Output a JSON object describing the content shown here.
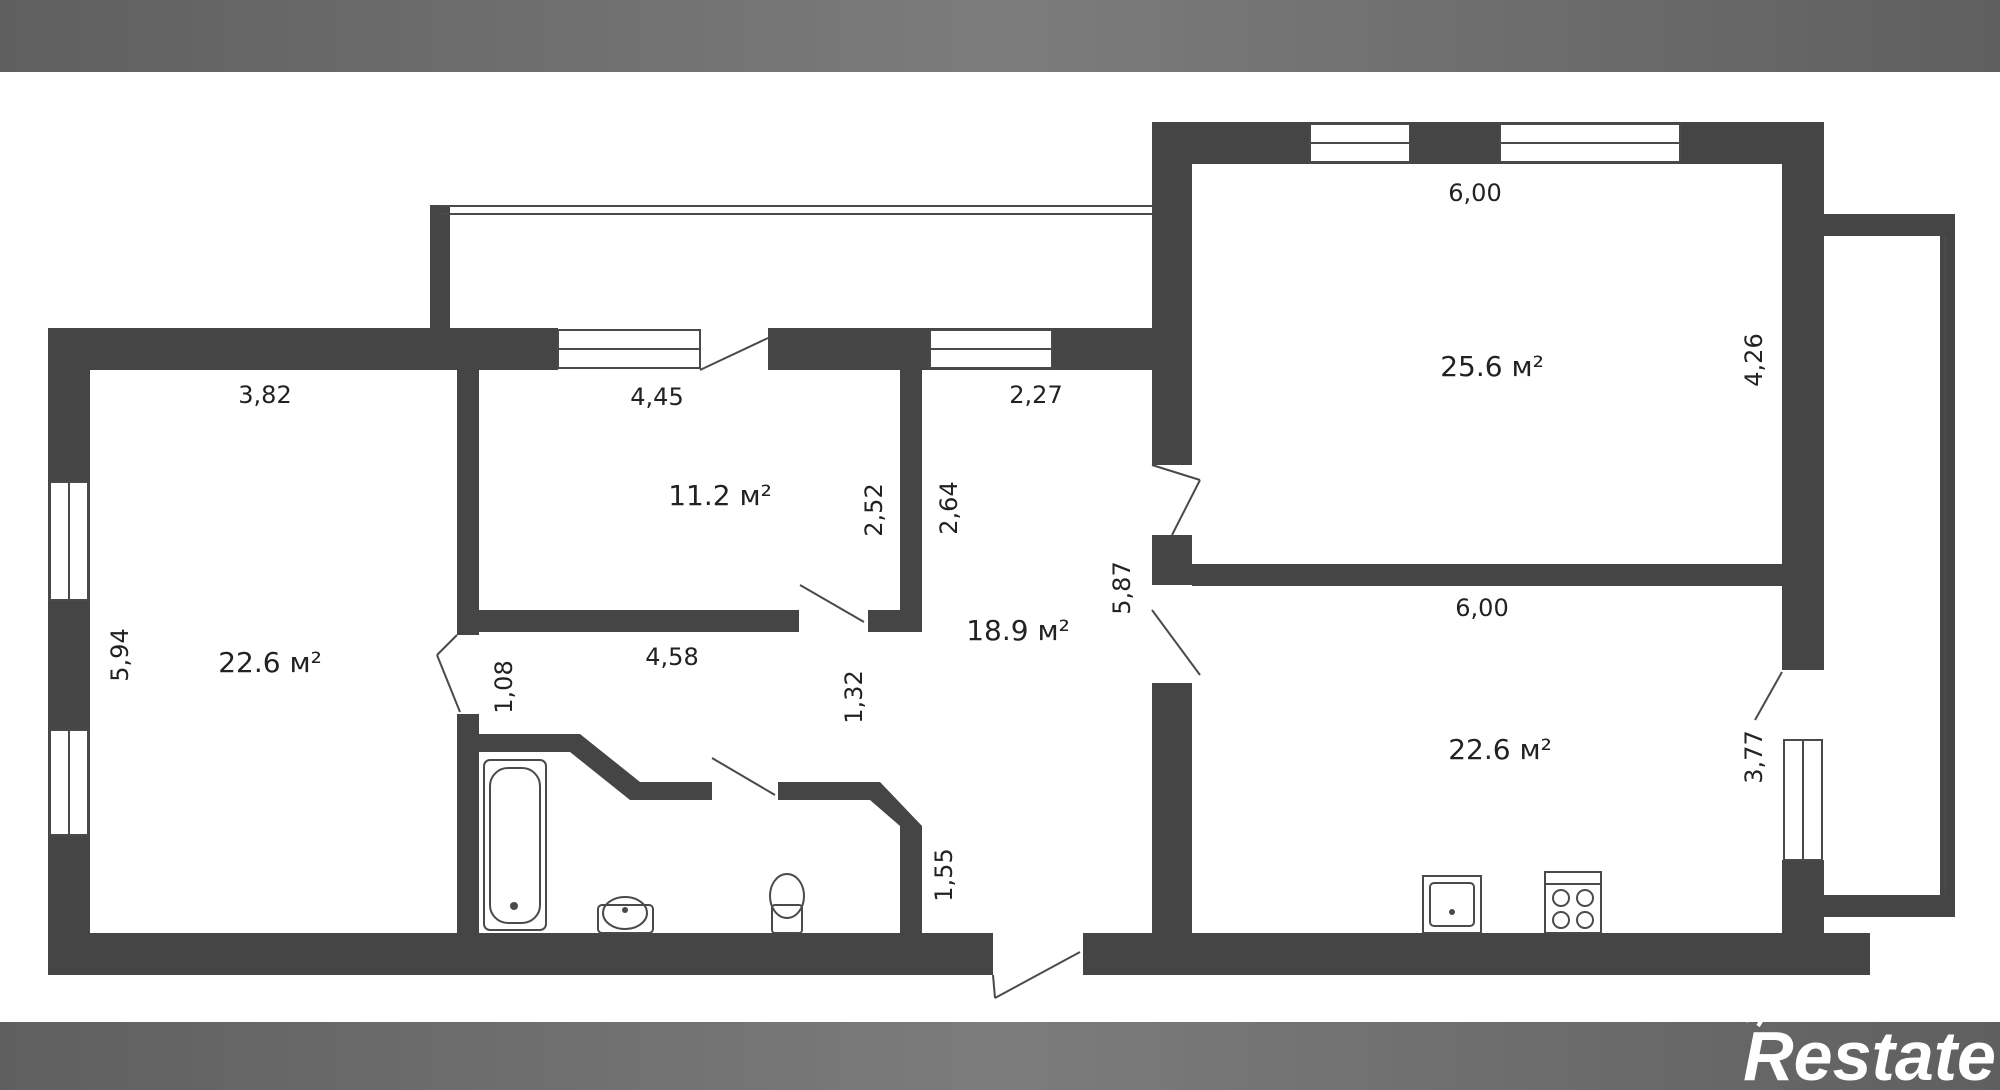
{
  "rooms": [
    {
      "id": "left-bedroom",
      "area": "22.6 м²"
    },
    {
      "id": "small-room",
      "area": "11.2 м²"
    },
    {
      "id": "hall",
      "area": "18.9 м²"
    },
    {
      "id": "top-right-room",
      "area": "25.6 м²"
    },
    {
      "id": "kitchen",
      "area": "22.6 м²"
    }
  ],
  "dimensions": [
    "3,82",
    "5,94",
    "4,45",
    "2,52",
    "2,27",
    "2,64",
    "5,87",
    "4,58",
    "1,08",
    "1,32",
    "1,55",
    "6,00",
    "4,26",
    "6,00",
    "3,77"
  ],
  "brand": {
    "logo_text": "Restate"
  },
  "colors": {
    "wall": "#454545",
    "band": "#6e6e6e",
    "background": "#ffffff"
  }
}
